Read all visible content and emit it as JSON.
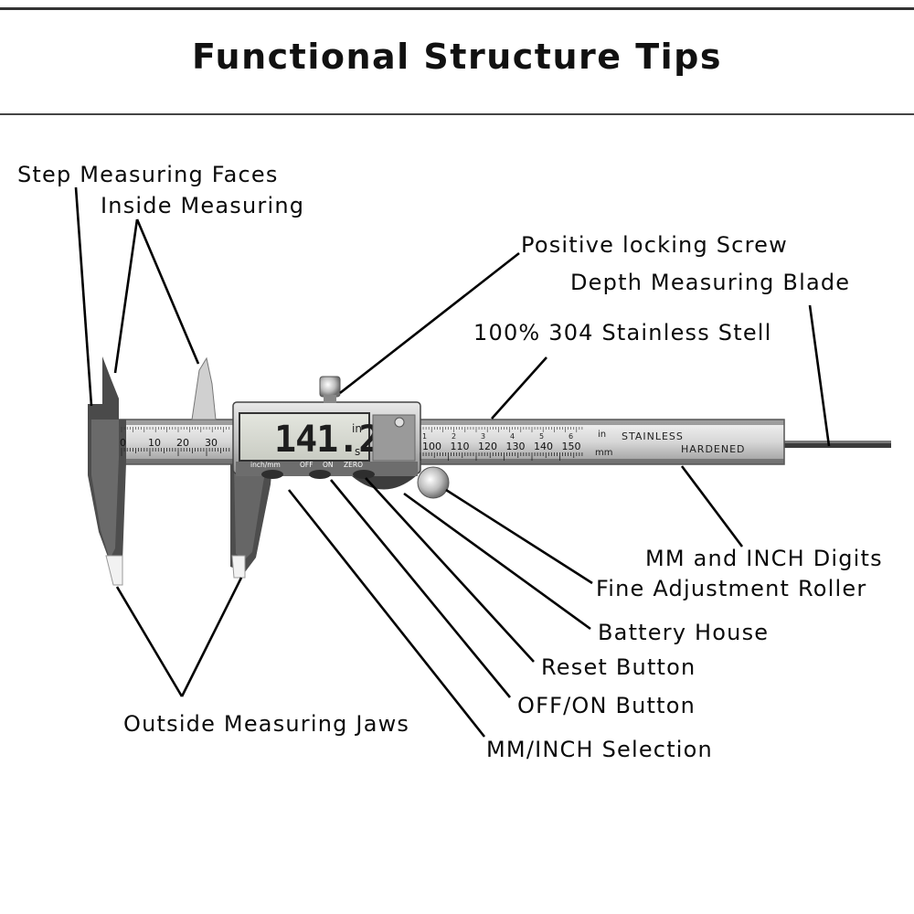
{
  "title": "Functional Structure Tips",
  "labels": {
    "step_faces": "Step Measuring Faces",
    "inside": "Inside Measuring",
    "locking_screw": "Positive locking Screw",
    "depth_blade": "Depth Measuring Blade",
    "stainless": "100% 304 Stainless Stell",
    "mm_inch_digits": "MM and INCH Digits",
    "fine_roller": "Fine Adjustment Roller",
    "battery": "Battery House",
    "reset": "Reset Button",
    "offon": "OFF/ON Button",
    "outside_jaws": "Outside Measuring Jaws",
    "mm_inch_select": "MM/INCH Selection"
  },
  "device": {
    "lcd_reading": "141.2",
    "lcd_unit_top": "in",
    "lcd_unit_bottom": "s",
    "btn_inchmm": "inch/mm",
    "btn_off": "OFF",
    "btn_on": "ON",
    "btn_zero": "ZERO",
    "scale_left": [
      "0",
      "10",
      "20",
      "30"
    ],
    "scale_right": [
      "100",
      "110",
      "120",
      "130",
      "140",
      "150"
    ],
    "unit_in": "in",
    "unit_mm": "mm",
    "stamp_1": "STAINLESS",
    "stamp_2": "HARDENED",
    "inch_digits": [
      "1",
      "2",
      "3",
      "4",
      "5",
      "6"
    ]
  }
}
